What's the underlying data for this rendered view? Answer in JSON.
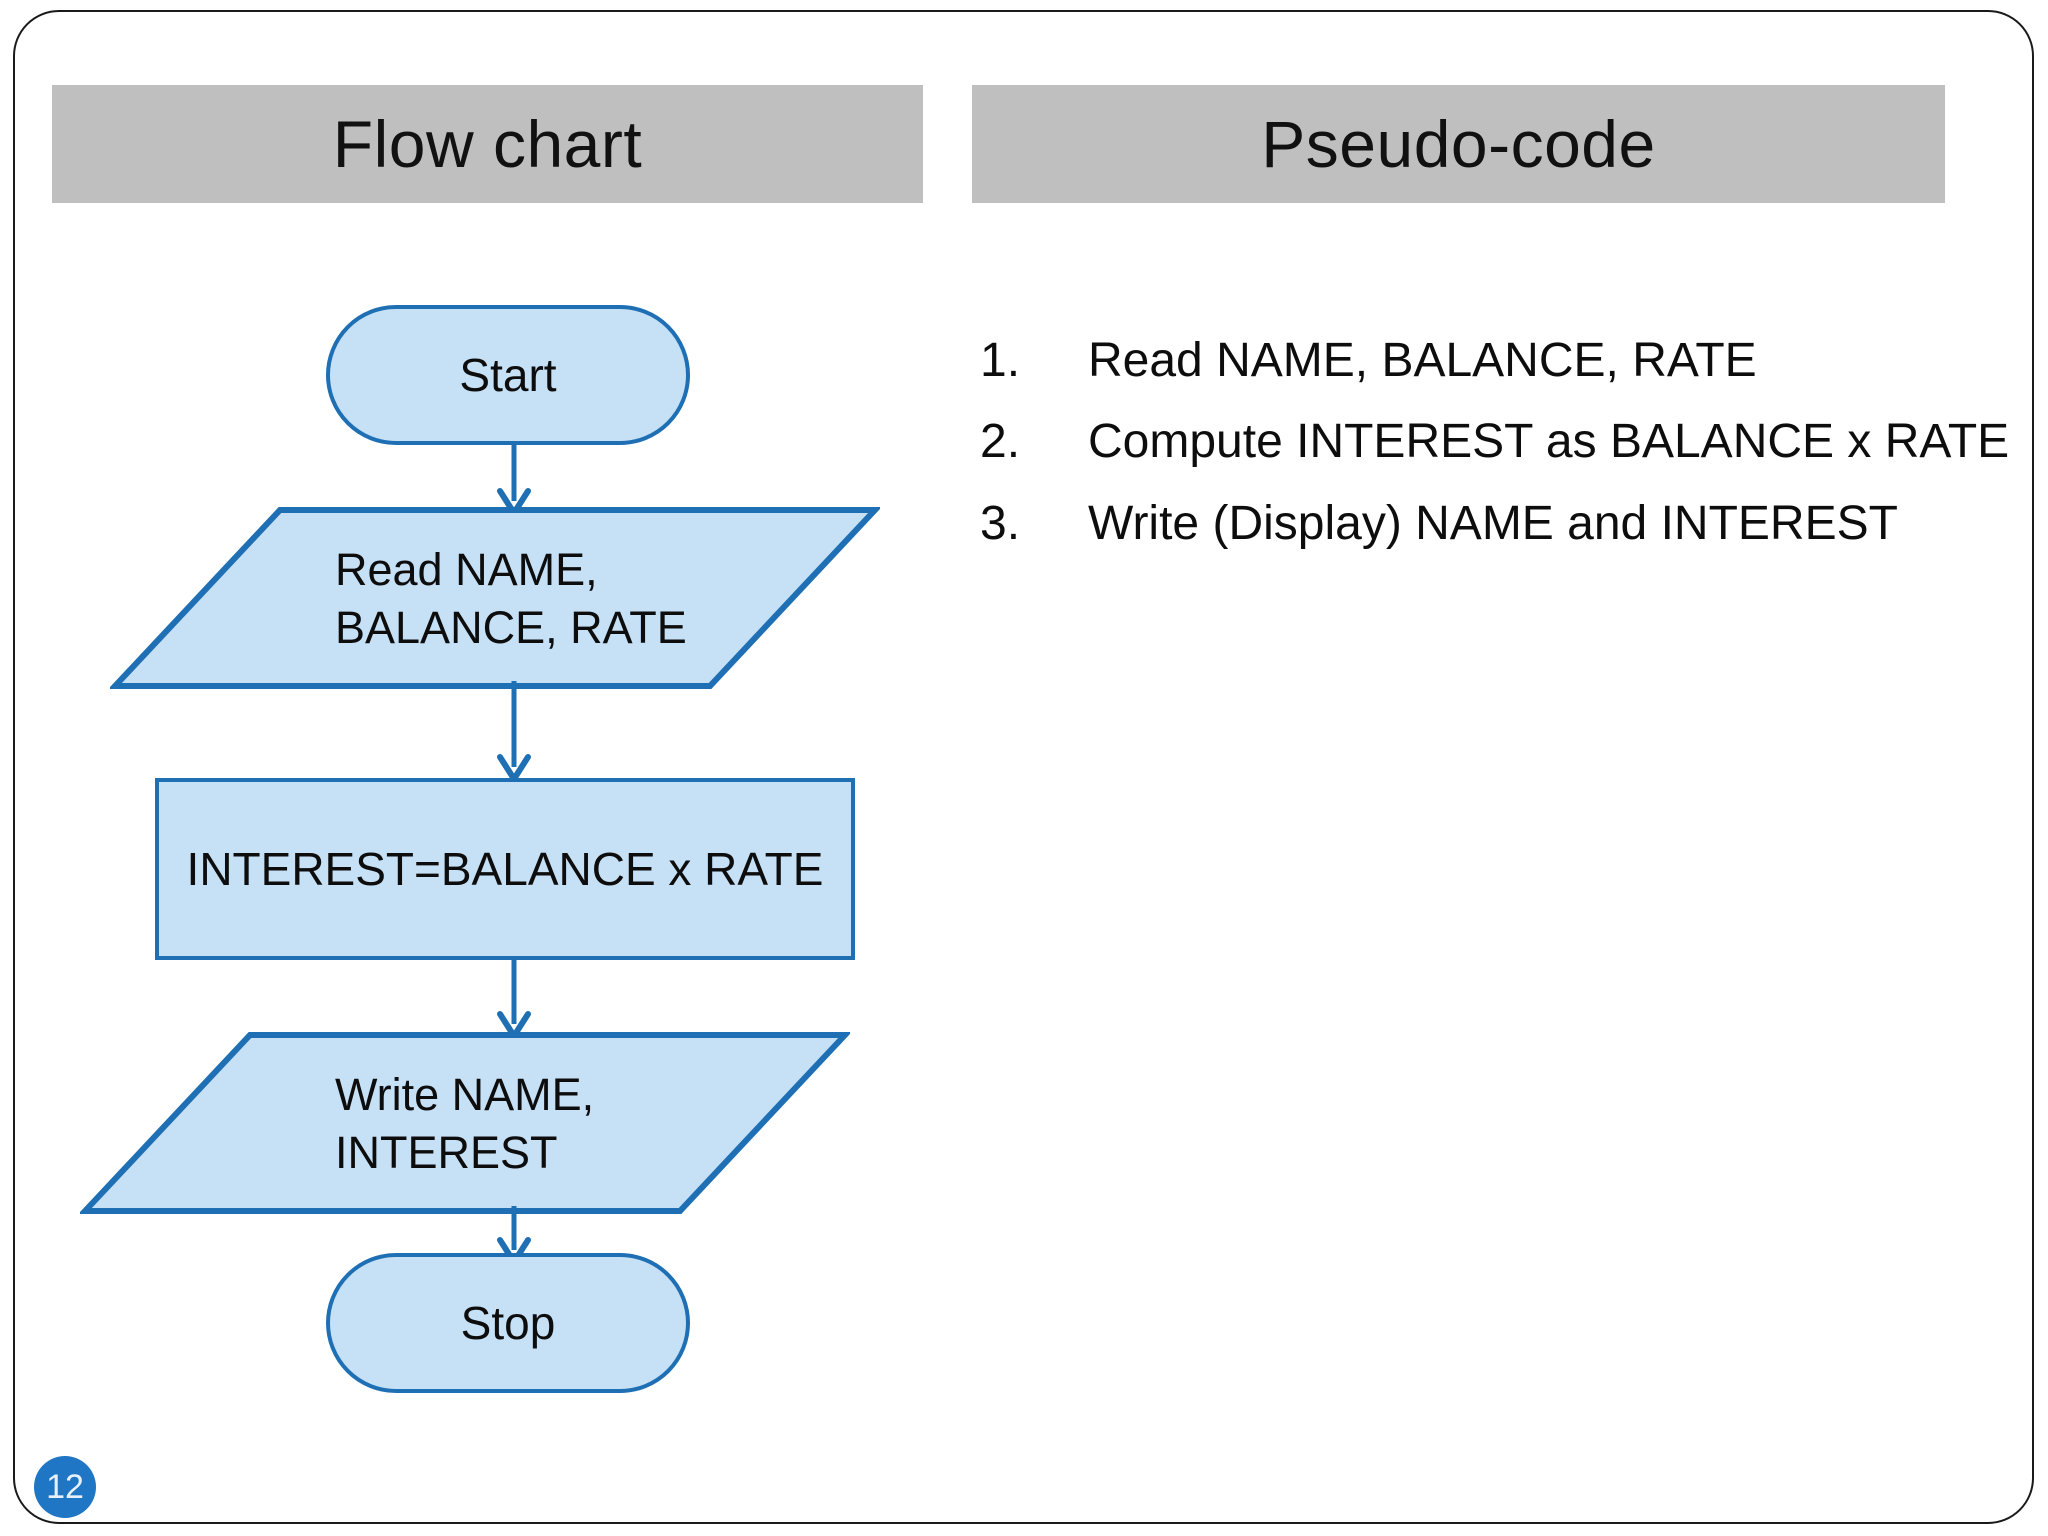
{
  "slide": {
    "page_number": "12",
    "accent_color": "#1f6fb4",
    "shape_fill_color": "#c6e0f6",
    "header_bar_color": "#bfbfbf",
    "badge_color": "#1f76c4"
  },
  "columns": {
    "flowchart": {
      "title": "Flow chart"
    },
    "pseudocode": {
      "title": "Pseudo-code"
    }
  },
  "flowchart": {
    "nodes": [
      {
        "id": "start",
        "type": "terminator",
        "label": "Start"
      },
      {
        "id": "read",
        "type": "input-output",
        "label": "Read NAME,\nBALANCE, RATE"
      },
      {
        "id": "compute",
        "type": "process",
        "label": "INTEREST=BALANCE x RATE"
      },
      {
        "id": "write",
        "type": "input-output",
        "label": "Write NAME,\nINTEREST"
      },
      {
        "id": "stop",
        "type": "terminator",
        "label": "Stop"
      }
    ],
    "edges": [
      {
        "from": "start",
        "to": "read"
      },
      {
        "from": "read",
        "to": "compute"
      },
      {
        "from": "compute",
        "to": "write"
      },
      {
        "from": "write",
        "to": "stop"
      }
    ]
  },
  "pseudocode": {
    "items": [
      {
        "number": "1.",
        "text": "Read NAME, BALANCE, RATE"
      },
      {
        "number": "2.",
        "text": "Compute INTEREST as BALANCE x RATE"
      },
      {
        "number": "3.",
        "text": "Write (Display) NAME and INTEREST"
      }
    ]
  }
}
